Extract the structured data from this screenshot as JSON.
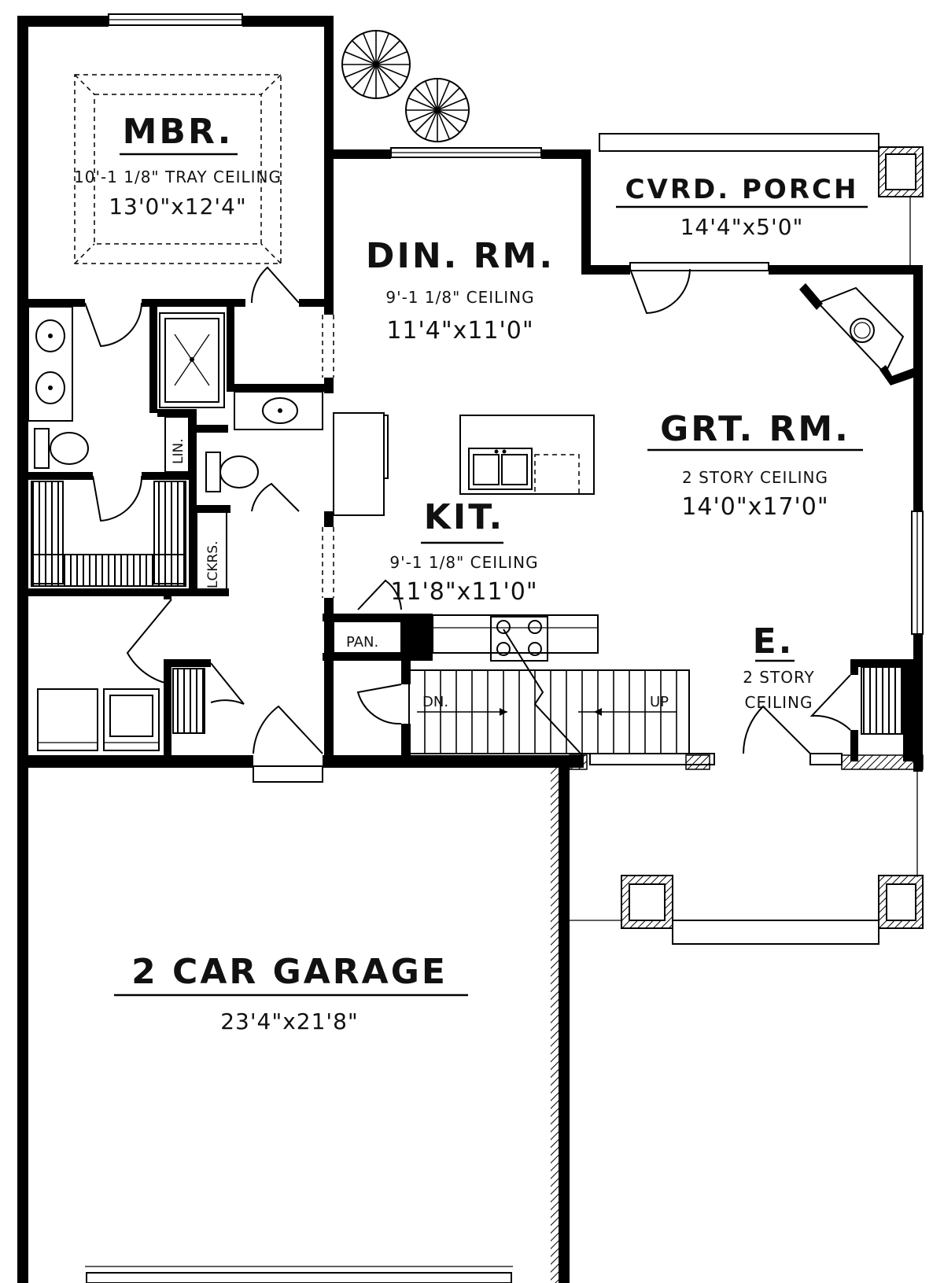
{
  "rooms": {
    "mbr": {
      "name": "MBR.",
      "note": "10'-1 1/8\" TRAY CEILING",
      "size": "13'0\"x12'4\""
    },
    "dining": {
      "name": "DIN. RM.",
      "note": "9'-1 1/8\" CEILING",
      "size": "11'4\"x11'0\""
    },
    "porch": {
      "name": "CVRD. PORCH",
      "size": "14'4\"x5'0\""
    },
    "great_room": {
      "name": "GRT. RM.",
      "note": "2 STORY CEILING",
      "size": "14'0\"x17'0\""
    },
    "kitchen": {
      "name": "KIT.",
      "note": "9'-1 1/8\" CEILING",
      "size": "11'8\"x11'0\""
    },
    "entry": {
      "name": "E.",
      "note_line1": "2 STORY",
      "note_line2": "CEILING"
    },
    "garage": {
      "name": "2 CAR GARAGE",
      "size": "23'4\"x21'8\""
    }
  },
  "labels": {
    "linen": "LIN.",
    "lockers": "LCKRS.",
    "pantry": "PAN.",
    "stairs_down": "DN.",
    "stairs_up": "UP"
  }
}
